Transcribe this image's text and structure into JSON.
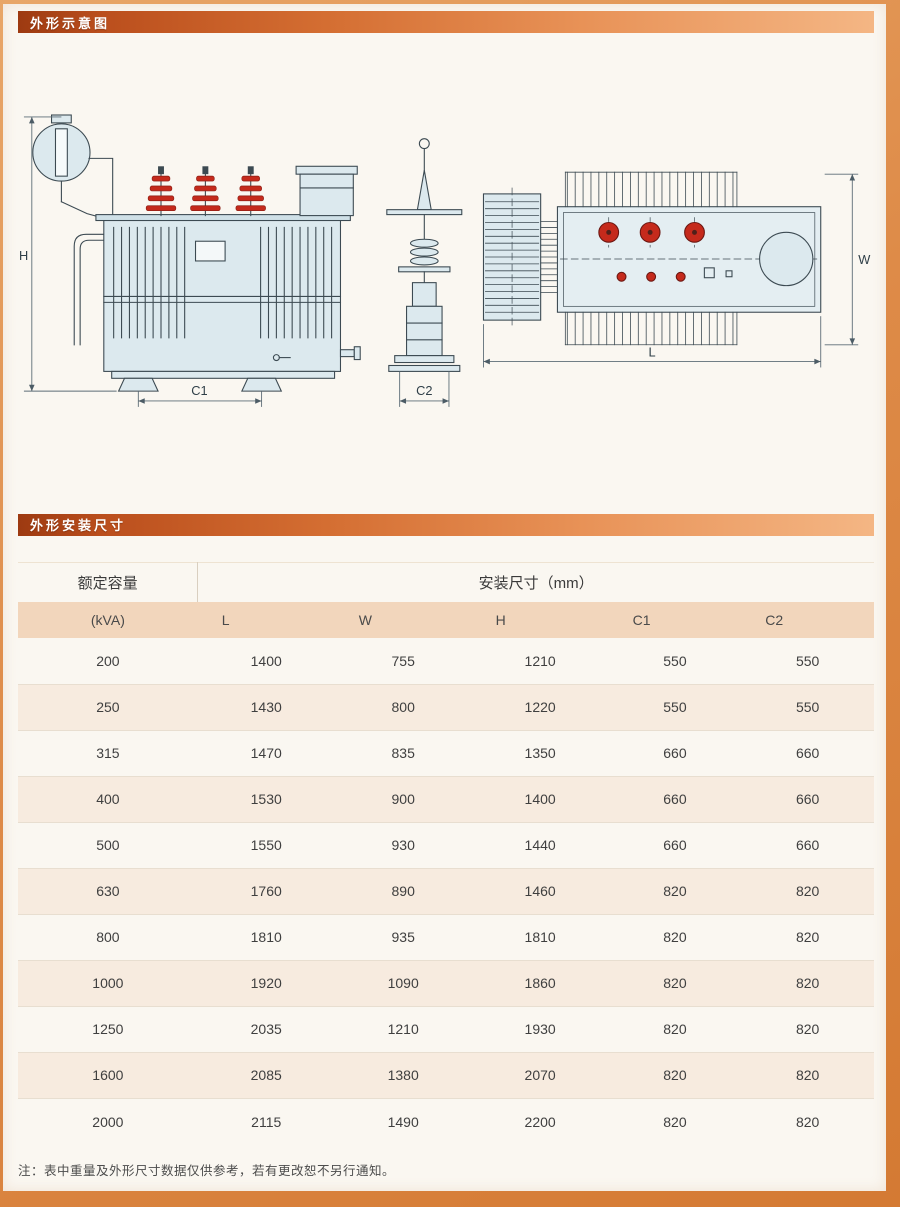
{
  "sections": {
    "schematic_title": "外形示意图",
    "dimensions_title": "外形安装尺寸"
  },
  "diagram": {
    "labels": {
      "h": "H",
      "c1": "C1",
      "c2": "C2",
      "w": "W",
      "l": "L"
    }
  },
  "table": {
    "col1_header": "额定容量",
    "col1_subheader": "(kVA)",
    "group_header": "安装尺寸（mm）",
    "columns": [
      "L",
      "W",
      "H",
      "C1",
      "C2"
    ],
    "rows": [
      {
        "kva": "200",
        "values": [
          "1400",
          "755",
          "1210",
          "550",
          "550"
        ]
      },
      {
        "kva": "250",
        "values": [
          "1430",
          "800",
          "1220",
          "550",
          "550"
        ]
      },
      {
        "kva": "315",
        "values": [
          "1470",
          "835",
          "1350",
          "660",
          "660"
        ]
      },
      {
        "kva": "400",
        "values": [
          "1530",
          "900",
          "1400",
          "660",
          "660"
        ]
      },
      {
        "kva": "500",
        "values": [
          "1550",
          "930",
          "1440",
          "660",
          "660"
        ]
      },
      {
        "kva": "630",
        "values": [
          "1760",
          "890",
          "1460",
          "820",
          "820"
        ]
      },
      {
        "kva": "800",
        "values": [
          "1810",
          "935",
          "1810",
          "820",
          "820"
        ]
      },
      {
        "kva": "1000",
        "values": [
          "1920",
          "1090",
          "1860",
          "820",
          "820"
        ]
      },
      {
        "kva": "1250",
        "values": [
          "2035",
          "1210",
          "1930",
          "820",
          "820"
        ]
      },
      {
        "kva": "1600",
        "values": [
          "2085",
          "1380",
          "2070",
          "820",
          "820"
        ]
      },
      {
        "kva": "2000",
        "values": [
          "2115",
          "1490",
          "2200",
          "820",
          "820"
        ]
      }
    ]
  },
  "note": "注：表中重量及外形尺寸数据仅供参考，若有更改恕不另行通知。"
}
